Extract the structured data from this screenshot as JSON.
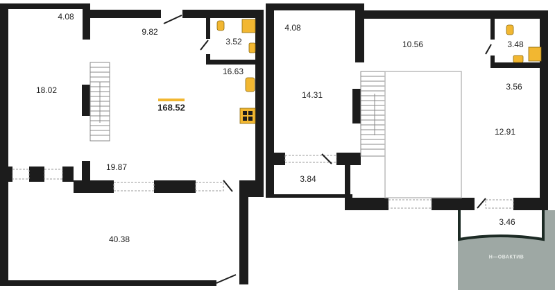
{
  "plan": {
    "total_area": "168.52",
    "accent_color": "#f2b731",
    "wall_color": "#1c1c1c",
    "balcony_color": "#9ea8a4",
    "logo_text": "Н—ОВАКТИВ",
    "floor1_rooms": [
      {
        "name": "entry-nook",
        "area": "4.08"
      },
      {
        "name": "hall",
        "area": "9.82"
      },
      {
        "name": "bathroom",
        "area": "3.52"
      },
      {
        "name": "kitchen",
        "area": "16.63"
      },
      {
        "name": "living",
        "area": "18.02"
      },
      {
        "name": "dining",
        "area": "19.87"
      },
      {
        "name": "lower-room",
        "area": "40.38"
      }
    ],
    "floor2_rooms": [
      {
        "name": "room-a",
        "area": "4.08"
      },
      {
        "name": "hall",
        "area": "10.56"
      },
      {
        "name": "bathroom",
        "area": "3.48"
      },
      {
        "name": "corridor",
        "area": "3.56"
      },
      {
        "name": "bedroom-1",
        "area": "14.31"
      },
      {
        "name": "bedroom-2",
        "area": "12.91"
      },
      {
        "name": "storage",
        "area": "3.84"
      },
      {
        "name": "balcony",
        "area": "3.46"
      }
    ]
  }
}
